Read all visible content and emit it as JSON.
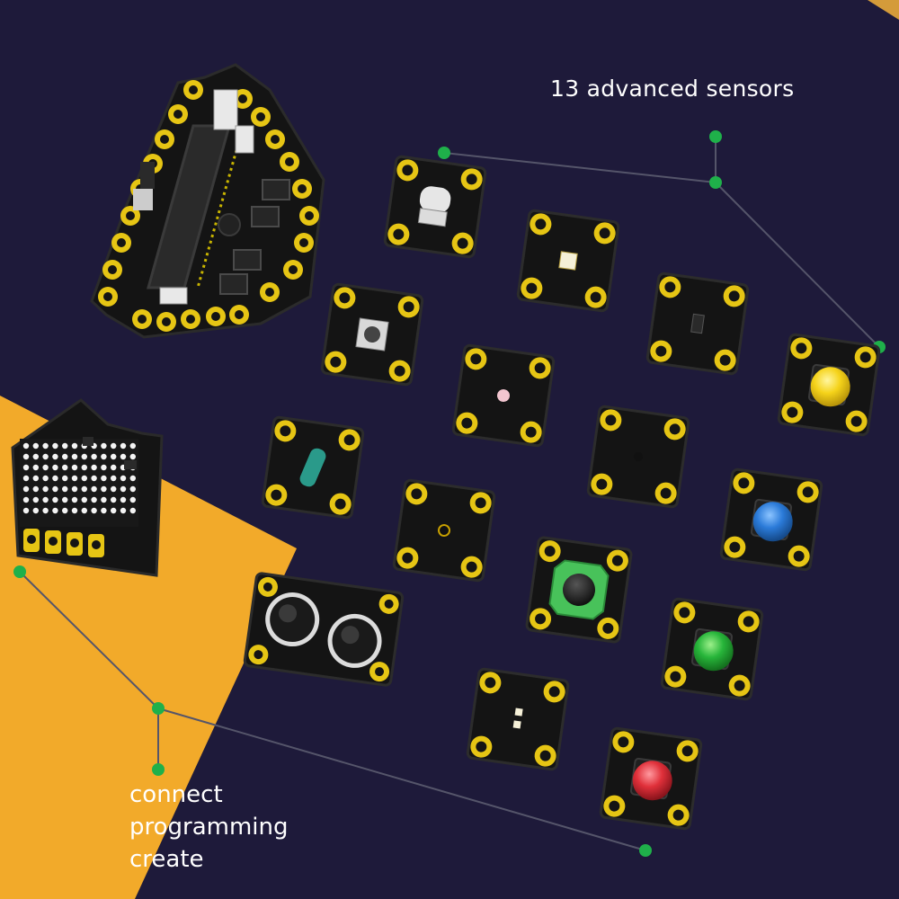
{
  "captions": {
    "sensors": "13 advanced sensors",
    "tagline": [
      "connect",
      "programming",
      "create"
    ]
  },
  "colors": {
    "background": "#1e1a3a",
    "accent_orange": "#f2aa2a",
    "pcb_black": "#141414",
    "pad_gold": "#e6c514",
    "callout_dot": "#1fb04a",
    "callout_line": "#55556a",
    "button_yellow": "#f5d31a",
    "button_blue": "#2b7bd9",
    "button_green": "#27b53a",
    "button_red": "#e0303a"
  },
  "modules": [
    {
      "name": "microbit-expansion-board"
    },
    {
      "name": "led-matrix-cat-board"
    },
    {
      "name": "ultrasonic-sensor-module"
    },
    {
      "name": "servo-connector-module"
    },
    {
      "name": "light-sensor-module"
    },
    {
      "name": "ir-sensor-module"
    },
    {
      "name": "yellow-button-module"
    },
    {
      "name": "tilt-switch-module"
    },
    {
      "name": "led-module"
    },
    {
      "name": "buzzer-module"
    },
    {
      "name": "blue-button-module"
    },
    {
      "name": "tube-sensor-module"
    },
    {
      "name": "microphone-module"
    },
    {
      "name": "joystick-module"
    },
    {
      "name": "green-button-module"
    },
    {
      "name": "rgb-led-module"
    },
    {
      "name": "red-button-module"
    }
  ]
}
